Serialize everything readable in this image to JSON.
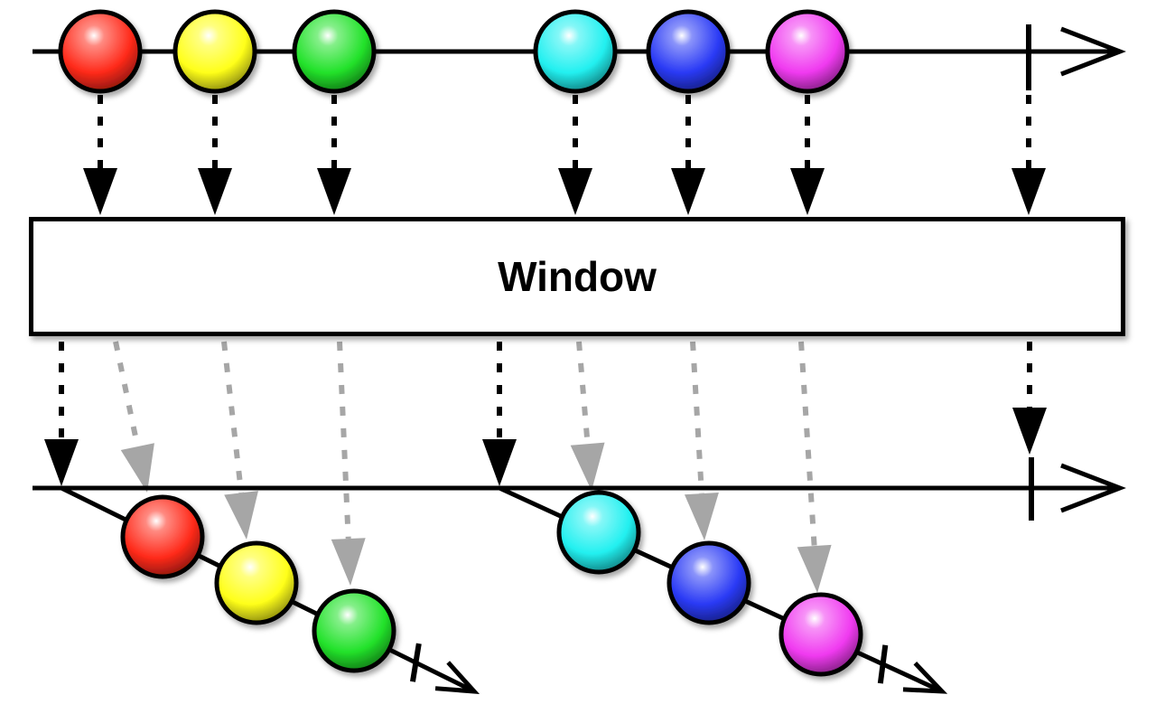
{
  "operator": {
    "label": "Window"
  },
  "colors": {
    "line": "#000000",
    "ghost_arrow": "#a6a6a6",
    "red": "#ff2a1a",
    "yellow": "#ffff1a",
    "green": "#22e22a",
    "cyan": "#22f0f0",
    "blue": "#2a3af5",
    "magenta": "#f03af0"
  },
  "source_stream": {
    "items": [
      {
        "color": "red"
      },
      {
        "color": "yellow"
      },
      {
        "color": "green"
      },
      {
        "color": "cyan"
      },
      {
        "color": "blue"
      },
      {
        "color": "magenta"
      }
    ],
    "completes": true
  },
  "output_stream": {
    "windows": [
      {
        "items": [
          {
            "color": "red"
          },
          {
            "color": "yellow"
          },
          {
            "color": "green"
          }
        ],
        "completes": true
      },
      {
        "items": [
          {
            "color": "cyan"
          },
          {
            "color": "blue"
          },
          {
            "color": "magenta"
          }
        ],
        "completes": true
      }
    ],
    "completes": true
  },
  "icons": {
    "marble": "sphere-marble-icon",
    "arrow": "arrowhead-icon",
    "completion": "completion-tick-icon"
  }
}
